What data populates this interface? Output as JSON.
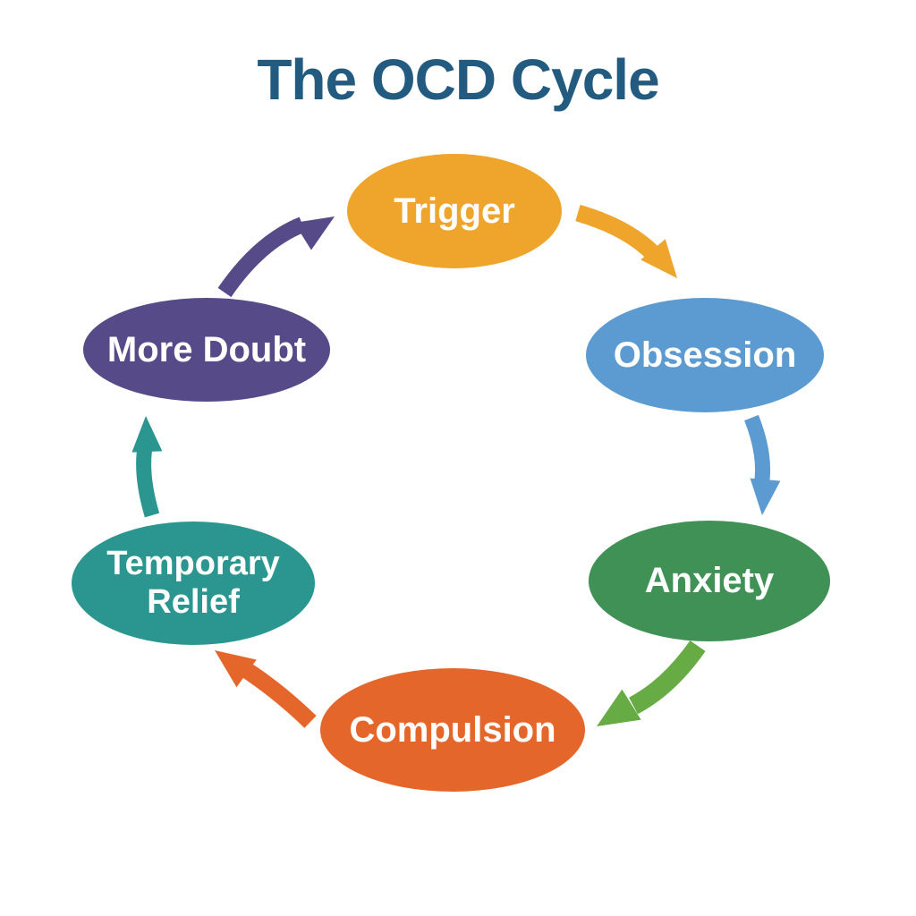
{
  "title": "The OCD Cycle",
  "title_color": "#235b80",
  "background_color": "#ffffff",
  "cycle": {
    "nodes": [
      {
        "label": "Trigger",
        "color": "#efa42b",
        "position": "top"
      },
      {
        "label": "Obsession",
        "color": "#5b9bd1",
        "position": "upper-right"
      },
      {
        "label": "Anxiety",
        "color": "#3f9155",
        "position": "lower-right"
      },
      {
        "label": "Compulsion",
        "color": "#e5662a",
        "position": "bottom"
      },
      {
        "label": "Temporary Relief",
        "color": "#2a968f",
        "position": "lower-left"
      },
      {
        "label": "More Doubt",
        "color": "#574a88",
        "position": "upper-left"
      }
    ],
    "arrows": [
      {
        "name": "trigger-to-obsession",
        "color": "#efa42b"
      },
      {
        "name": "obsession-to-anxiety",
        "color": "#5b9bd1"
      },
      {
        "name": "anxiety-to-compulsion",
        "color": "#67ab44"
      },
      {
        "name": "compulsion-to-temporary-relief",
        "color": "#e5662a"
      },
      {
        "name": "temporary-relief-to-more-doubt",
        "color": "#2a968f"
      },
      {
        "name": "more-doubt-to-trigger",
        "color": "#574a88"
      }
    ]
  }
}
